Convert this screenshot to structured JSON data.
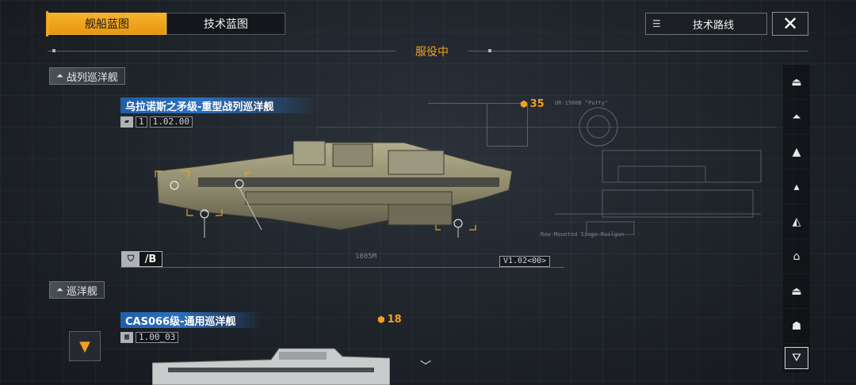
{
  "tabs": [
    {
      "label": "舰船蓝图",
      "active": true
    },
    {
      "label": "技术蓝图",
      "active": false
    }
  ],
  "route_button": {
    "label": "技术路线",
    "icon": "list-tree-icon"
  },
  "close_button": {
    "label": "✕",
    "icon": "close-icon"
  },
  "section_title": "服役中",
  "categories": [
    {
      "label": "战列巡洋舰",
      "icon": "battlecruiser-icon"
    },
    {
      "label": "巡洋舰",
      "icon": "cruiser-icon"
    }
  ],
  "ships": [
    {
      "name": "乌拉诺斯之矛级-重型战列巡洋舰",
      "code_index": "1",
      "code": "1.02.00",
      "cost": "35",
      "rank": "/B",
      "version": "V1.02<00>",
      "blueprint_texts": [
        "Row-Mounted Siege Railgun",
        "1805M",
        "UR-1560B \"Putty\""
      ]
    },
    {
      "name": "CAS066级-通用巡洋舰",
      "code": "1.00_03",
      "cost": "18"
    }
  ],
  "sidebar_icons": [
    "flagship-icon",
    "battlecruiser-icon",
    "cruiser-icon",
    "destroyer-icon",
    "frigate-icon",
    "carrier-icon",
    "support-icon",
    "corvette-icon"
  ],
  "filter_icon": "filter-icon",
  "colors": {
    "accent": "#f0a01e",
    "name_bar": "#1f5fa8",
    "background": "#1d2228"
  }
}
